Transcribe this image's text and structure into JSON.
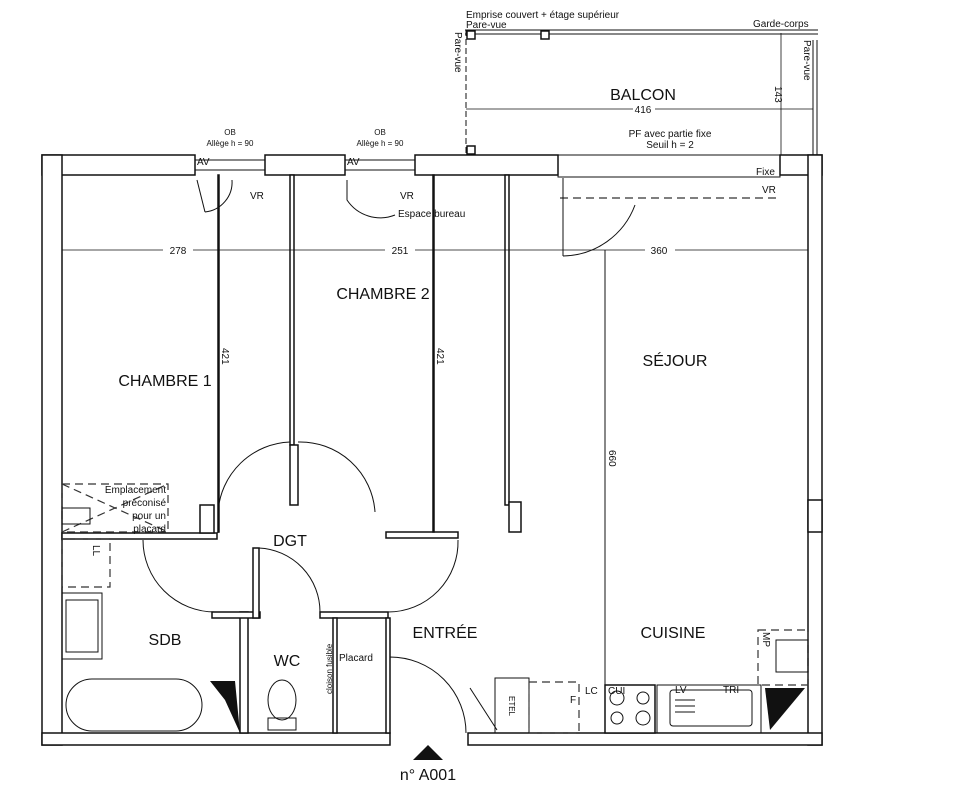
{
  "balcony": {
    "cover_label": "Emprise couvert + étage supérieur",
    "privacy_top": "Pare-vue",
    "privacy_left": "Pare-vue",
    "privacy_right": "Pare-vue",
    "railing": "Garde-corps",
    "name": "BALCON",
    "width": "416",
    "depth": "143",
    "door_note": "PF avec partie fixe",
    "threshold": "Seuil h =  2"
  },
  "windows": [
    {
      "type": "OB",
      "sill": "Allège h =  90",
      "av": "AV",
      "vr": "VR"
    },
    {
      "type": "OB",
      "sill": "Allège h =  90",
      "av": "AV",
      "vr": "VR"
    }
  ],
  "patio_door": {
    "fixed": "Fixe",
    "vr": "VR"
  },
  "rooms": {
    "chambre1": {
      "name": "CHAMBRE 1",
      "width": "278",
      "length": "421"
    },
    "chambre2": {
      "name": "CHAMBRE 2",
      "width": "251",
      "length": "421",
      "desk_note": "Espace bureau"
    },
    "sejour": {
      "name": "SÉJOUR",
      "width": "360",
      "length": "660"
    },
    "dgt": {
      "name": "DGT"
    },
    "sdb": {
      "name": "SDB",
      "washer": "LL"
    },
    "wc": {
      "name": "WC",
      "partition": "cloison fusible"
    },
    "placard": {
      "name": "Placard"
    },
    "entree": {
      "name": "ENTRÉE",
      "cabinet": "ETEL"
    },
    "cuisine": {
      "name": "CUISINE",
      "mp": "MP",
      "lc": "LC",
      "cui": "CUI",
      "lv": "LV",
      "tri": "TRI",
      "f": "F"
    }
  },
  "closet_note": [
    "Emplacement",
    "préconisé",
    "pour un",
    "placard"
  ],
  "unit_label": "n° A001"
}
